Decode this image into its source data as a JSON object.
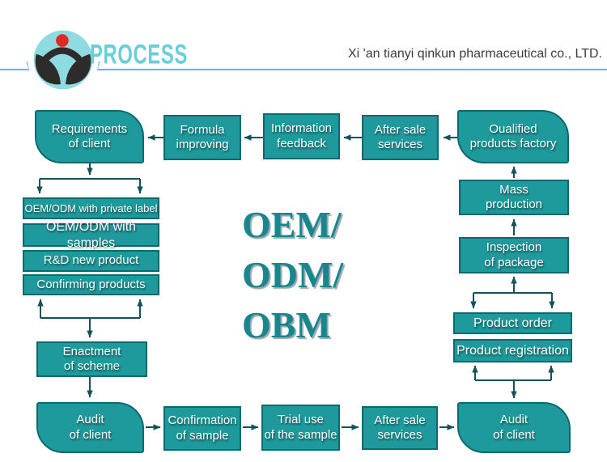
{
  "header": {
    "title": "PROCESS",
    "company": "Xi 'an tianyi qinkun pharmaceutical co., LTD.",
    "title_color": "#68ced7",
    "divider_color": "#55c2cc",
    "logo": {
      "circle_color": "#8edce2",
      "glyph_color": "#2e2b2b",
      "dot_color": "#dc2a22"
    }
  },
  "palette": {
    "node_fill": "#1f9a9c",
    "node_border": "#0b6a70",
    "connector": "#14525a",
    "center_text": "#17868d"
  },
  "center_label": {
    "line1": "OEM/",
    "line2": "ODM/",
    "line3": "OBM"
  },
  "nodes": {
    "requirements_of_client": "Requirements\nof client",
    "formula_improving": "Formula\nimproving",
    "information_feedback": "Information\nfeedback",
    "after_sale_services_top": "After sale\nservices",
    "qualified_products_factory": "Oualified\nproducts factory",
    "oem_odm_private_label": "OEM/ODM with private label",
    "oem_odm_with_samples": "OEM/ODM with samples",
    "rd_new_product": "R&D new product",
    "confirming_products": "Confirming products",
    "enactment_of_scheme": "Enactment\nof scheme",
    "audit_of_client_left": "Audit\nof client",
    "confirmation_of_sample": "Confirmation\nof sample",
    "trial_use_of_the_sample": "Trial use\nof the sample",
    "after_sale_services_bottom": "After sale\nservices",
    "audit_of_client_right": "Audit\nof client",
    "mass_production": "Mass\nproduction",
    "inspection_of_package": "Inspection\nof package",
    "product_order": "Product order",
    "product_registration": "Product registration"
  }
}
